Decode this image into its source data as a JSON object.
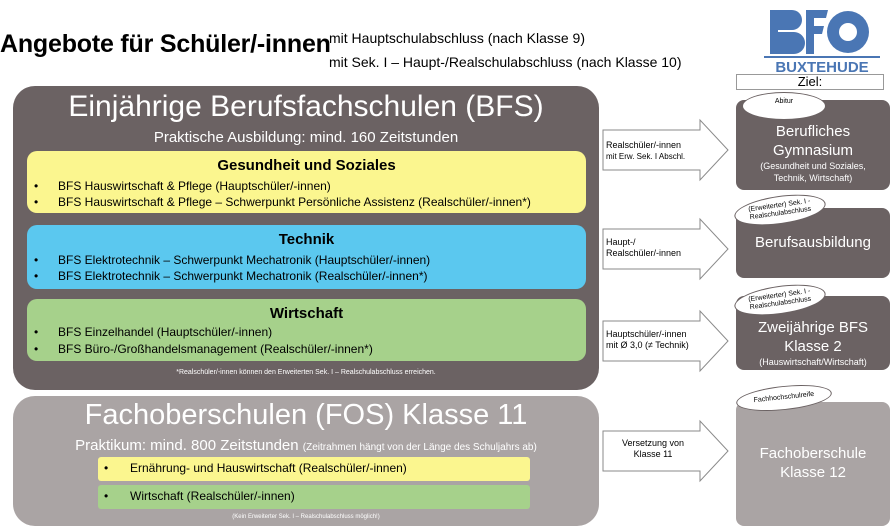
{
  "header": {
    "title": "Angebote für Schüler/-innen",
    "subtitle_line1": "mit Hauptschulabschluss (nach Klasse 9)",
    "subtitle_line2": "mit Sek.  I – Haupt-/Realschulabschluss (nach Klasse 10)"
  },
  "logo": {
    "text": "BUXTEHUDE"
  },
  "bfs": {
    "title": "Einjährige Berufsfachschulen (BFS)",
    "subtitle": "Praktische Ausbildung: mind. 160 Zeitstunden",
    "sections": [
      {
        "title": "Gesundheit und Soziales",
        "items": [
          "BFS Hauswirtschaft & Pflege (Hauptschüler/-innen)",
          "BFS Hauswirtschaft & Pflege – Schwerpunkt Persönliche Assistenz (Realschüler/-innen*)"
        ]
      },
      {
        "title": "Technik",
        "items": [
          "BFS Elektrotechnik  – Schwerpunkt Mechatronik (Hauptschüler/-innen)",
          "BFS Elektrotechnik  – Schwerpunkt Mechatronik (Realschüler/-innen*)"
        ]
      },
      {
        "title": "Wirtschaft",
        "items": [
          "BFS Einzelhandel  (Hauptschüler/-innen)",
          "BFS Büro-/Großhandelsmanagement  (Realschüler/-innen*)"
        ]
      }
    ],
    "footnote": "*Realschüler/-innen können den Erweiterten Sek. I – Realschulabschluss erreichen."
  },
  "fos": {
    "title": "Fachoberschulen (FOS) Klasse 11",
    "subtitle": "Praktikum: mind. 800 Zeitstunden",
    "subtitle_small": "(Zeitrahmen hängt von der Länge des Schuljahrs ab)",
    "items": [
      "Ernährung- und Hauswirtschaft (Realschüler/-innen)",
      "Wirtschaft (Realschüler/-innen)"
    ],
    "footnote": "(Kein Erweiterter Sek. I – Realschulabschluss möglich!)"
  },
  "arrows": [
    {
      "line1": "Realschüler/-innen",
      "line2": "mit Erw. Sek. I Abschl."
    },
    {
      "line1": "Haupt-/",
      "line2": "Realschüler/-innen"
    },
    {
      "line1": "Hauptschüler/-innen",
      "line2": "mit Ø 3,0 (≠ Technik)"
    },
    {
      "line1": "Versetzung von",
      "line2": "Klasse 11"
    }
  ],
  "targets": {
    "label": "Ziel:",
    "items": [
      {
        "oval": "Abitur",
        "title1": "Berufliches",
        "title2": "Gymnasium",
        "detail1": "(Gesundheit und Soziales,",
        "detail2": "Technik, Wirtschaft)"
      },
      {
        "oval1": "(Erweiterter) Sek. I -",
        "oval2": "Realschulabschluss",
        "title1": "Berufsausbildung"
      },
      {
        "oval1": "(Erweiterter) Sek. I -",
        "oval2": "Realschulabschluss",
        "title1": "Zweijährige BFS",
        "title2": "Klasse 2",
        "detail1": "(Hauswirtschaft/Wirtschaft)"
      },
      {
        "oval": "Fachhochschulreife",
        "title1": "Fachoberschule",
        "title2": "Klasse 12"
      }
    ]
  },
  "colors": {
    "dark_box": "#6b6263",
    "light_box": "#aaa4a4",
    "yellow": "#fbf68f",
    "blue": "#5bc8ef",
    "green": "#a6d18b",
    "logo_blue": "#4a76b4"
  }
}
